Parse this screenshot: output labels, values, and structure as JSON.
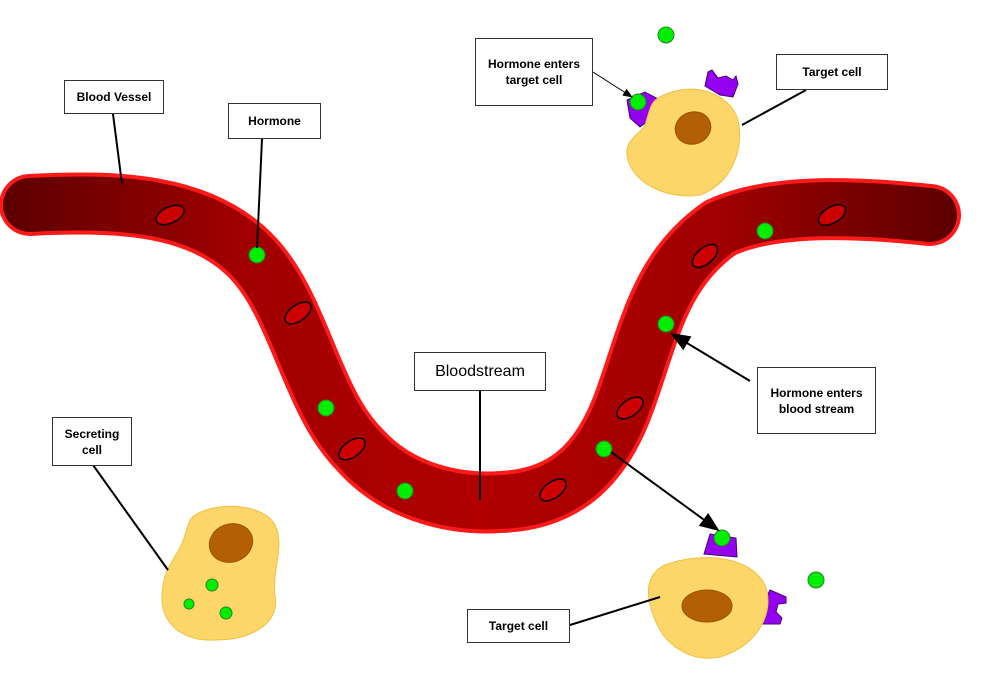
{
  "labels": {
    "blood_vessel": "Blood Vessel",
    "hormone": "Hormone",
    "hormone_enters_target_cell": "Hormone enters target cell",
    "target_cell_top": "Target cell",
    "bloodstream": "Bloodstream",
    "hormone_enters_blood_stream": "Hormone enters blood stream",
    "secreting_cell": "Secreting cell",
    "target_cell_bottom": "Target cell"
  },
  "colors": {
    "vessel_outline": "#ff1a1a",
    "vessel_dark": "#5a0000",
    "vessel_mid": "#a80000",
    "red_blood_cell": "#cc0000",
    "hormone": "#00ee00",
    "cell_body": "#fcd668",
    "nucleus": "#b35f06",
    "receptor": "#9400f0"
  }
}
